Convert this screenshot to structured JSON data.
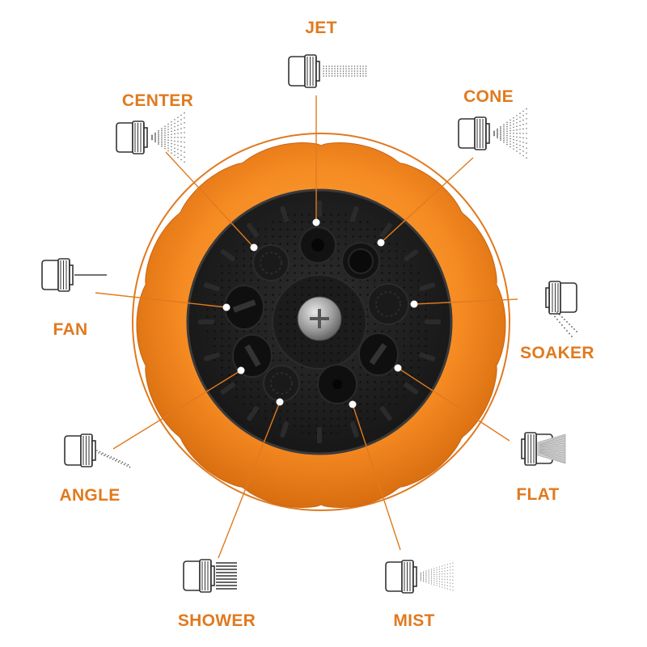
{
  "accent_color": "#E07A1F",
  "dial_color": "#F5861F",
  "face_color": "#202020",
  "modes": [
    {
      "id": "jet",
      "label": "JET",
      "icon": "jet-spray-icon"
    },
    {
      "id": "cone",
      "label": "CONE",
      "icon": "cone-spray-icon"
    },
    {
      "id": "soaker",
      "label": "SOAKER",
      "icon": "soaker-spray-icon"
    },
    {
      "id": "flat",
      "label": "FLAT",
      "icon": "flat-spray-icon"
    },
    {
      "id": "mist",
      "label": "MIST",
      "icon": "mist-spray-icon"
    },
    {
      "id": "shower",
      "label": "SHOWER",
      "icon": "shower-spray-icon"
    },
    {
      "id": "angle",
      "label": "ANGLE",
      "icon": "angle-spray-icon"
    },
    {
      "id": "fan",
      "label": "FAN",
      "icon": "fan-spray-icon"
    },
    {
      "id": "center",
      "label": "CENTER",
      "icon": "center-spray-icon"
    }
  ]
}
